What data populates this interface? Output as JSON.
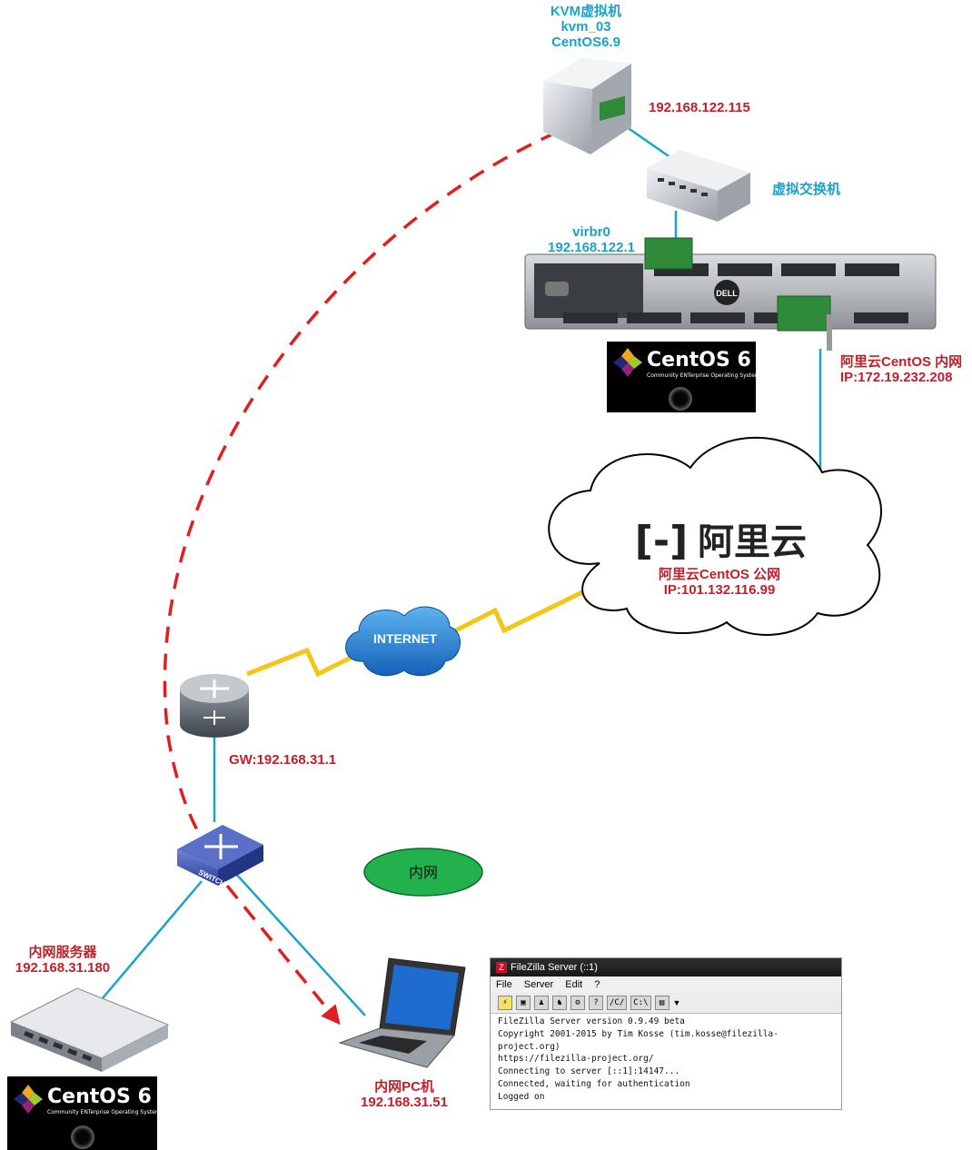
{
  "kvm_vm": {
    "line1": "KVM虚拟机",
    "line2": "kvm_03",
    "line3": "CentOS6.9",
    "ip": "192.168.122.115"
  },
  "virtual_switch": {
    "label": "虚拟交换机"
  },
  "virbr0": {
    "name": "virbr0",
    "ip": "192.168.122.1"
  },
  "aliyun_host": {
    "inner_label": "阿里云CentOS 内网",
    "inner_ip": "IP:172.19.232.208",
    "public_label": "阿里云CentOS 公网",
    "public_ip": "IP:101.132.116.99"
  },
  "cloud": {
    "brand": "阿里云",
    "logo": "[-]"
  },
  "internet": {
    "label": "INTERNET"
  },
  "router": {
    "gw": "GW:192.168.31.1"
  },
  "switch": {
    "label": "SWITCH"
  },
  "lan_badge": {
    "label": "内网"
  },
  "inner_server": {
    "label": "内网服务器",
    "ip": "192.168.31.180"
  },
  "inner_pc": {
    "label": "内网PC机",
    "ip": "192.168.31.51"
  },
  "centos_logo": {
    "title": "CentOS 6",
    "subtitle": "Community ENTerprise Operating System"
  },
  "server_brand": "DELL",
  "filezilla": {
    "title": "FileZilla Server (::1)",
    "menu": [
      "File",
      "Server",
      "Edit",
      "?"
    ],
    "toolbar": [
      "/C/",
      "C:\\"
    ],
    "log": [
      "FileZilla Server version 0.9.49 beta",
      "Copyright 2001-2015 by Tim Kosse (tim.kosse@filezilla-project.org)",
      "https://filezilla-project.org/",
      "Connecting to server [::1]:14147...",
      "Connected, waiting for authentication",
      "Logged on"
    ]
  },
  "colors": {
    "link": "#1aa3c8",
    "tunnel": "#e02020",
    "wan": "#f5c518",
    "label_red": "#c0202a",
    "label_cyan": "#1aa3c8",
    "lan_badge": "#22b14c"
  }
}
